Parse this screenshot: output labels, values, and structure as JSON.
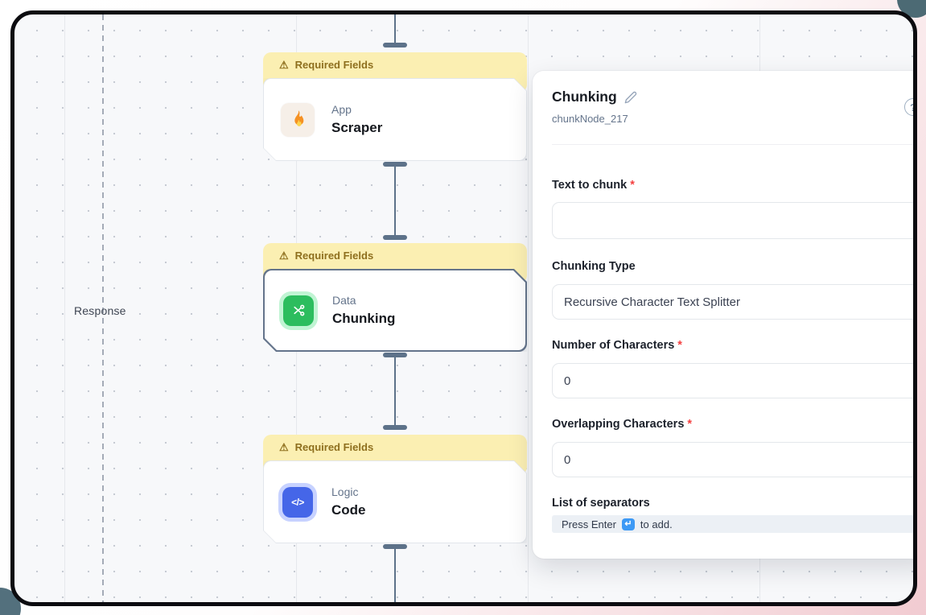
{
  "canvas": {
    "response_label": "Response",
    "nodes": [
      {
        "banner": "Required Fields",
        "category": "App",
        "title": "Scraper",
        "icon": "flame-icon",
        "selected": false
      },
      {
        "banner": "Required Fields",
        "category": "Data",
        "title": "Chunking",
        "icon": "scissors-icon",
        "selected": true
      },
      {
        "banner": "Required Fields",
        "category": "Logic",
        "title": "Code",
        "icon": "code-icon",
        "selected": false
      }
    ]
  },
  "panel": {
    "title": "Chunking",
    "node_id": "chunkNode_217",
    "required_marker": "*",
    "fields": [
      {
        "label": "Text to chunk",
        "required": true,
        "type": "textarea",
        "value": ""
      },
      {
        "label": "Chunking Type",
        "required": false,
        "type": "select",
        "value": "Recursive Character Text Splitter"
      },
      {
        "label": "Number of Characters",
        "required": true,
        "type": "input",
        "value": "0"
      },
      {
        "label": "Overlapping Characters",
        "required": true,
        "type": "input",
        "value": "0"
      },
      {
        "label": "List of separators",
        "required": false,
        "type": "tag-input",
        "hint_prefix": "Press Enter",
        "hint_suffix": "to add."
      }
    ]
  },
  "icons": {
    "warning": "⚠",
    "code": "</>",
    "enter": "↵",
    "help": "?"
  },
  "colors": {
    "frame_border": "#0c0c10",
    "canvas_bg": "#f7f8fa",
    "outer_pink": "#f1cbd1",
    "banner_bg": "#fbefb2",
    "banner_text": "#8e6f1e",
    "selected_border": "#64748b",
    "scraper_accent": "#f59123",
    "chunking_accent": "#2cbd5e",
    "code_accent": "#4566e8",
    "edge": "#5d7289",
    "required": "#f43f3f",
    "enter_key_bg": "#3d99f5",
    "node_category_text": "#64748b",
    "panel_subtitle_text": "#64748b"
  }
}
